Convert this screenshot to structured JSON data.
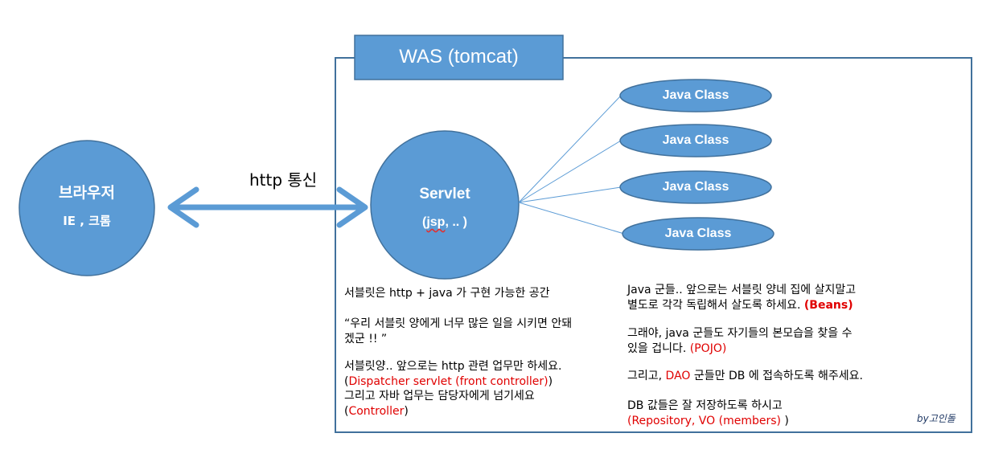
{
  "colors": {
    "shape_fill": "#5b9bd5",
    "shape_stroke": "#41719c",
    "frame_stroke": "#41719c",
    "red_text": "#e00000",
    "connector": "#5b9bd5"
  },
  "was": {
    "title": "WAS (tomcat)"
  },
  "browser": {
    "line1": "브라우저",
    "line2": "IE , 크롬"
  },
  "link": {
    "label": "http 통신"
  },
  "servlet": {
    "name": "Servlet",
    "sub_open": "(",
    "sub_squiggle": "jsp",
    "sub_rest": ", .. )"
  },
  "java_classes": [
    "Java Class",
    "Java Class",
    "Java Class",
    "Java Class"
  ],
  "left_notes": {
    "p1": "서블릿은 http + java 가 구현 가능한 공간",
    "p2_line1": "“우리 서블릿 양에게 너무 많은 일을 시키면 안돼",
    "p2_line2": "겠군 !! ”",
    "p3_line1": "서블릿양.. 앞으로는 http 관련 업무만 하세요.",
    "p3_line2_open": "(",
    "p3_line2_red": "Dispatcher servlet (front controller)",
    "p3_line2_close": ")",
    "p4_line1": "그리고 자바 업무는 담당자에게 넘기세요",
    "p4_line2_open": "(",
    "p4_line2_red": "Controller",
    "p4_line2_close": ")"
  },
  "right_notes": {
    "p1_line1": "Java 군들.. 앞으로는 서블릿 양네 집에 살지말고",
    "p1_line2": "별도로 각각 독립해서 살도록 하세요. ",
    "p1_line2_red": "(Beans)",
    "p2_line1": "그래야, java 군들도 자기들의 본모습을 찾을 수",
    "p2_line2": "있을 겁니다. ",
    "p2_line2_red": "(POJO)",
    "p3_pre": "그리고, ",
    "p3_red": "DAO",
    "p3_post": " 군들만 DB 에 접속하도록 해주세요.",
    "p4_line1": "DB 값들은 잘 저장하도록 하시고",
    "p4_line2_red": "(Repository, VO (members) ",
    "p4_line2_close": ")"
  },
  "credit": "by고인돌"
}
